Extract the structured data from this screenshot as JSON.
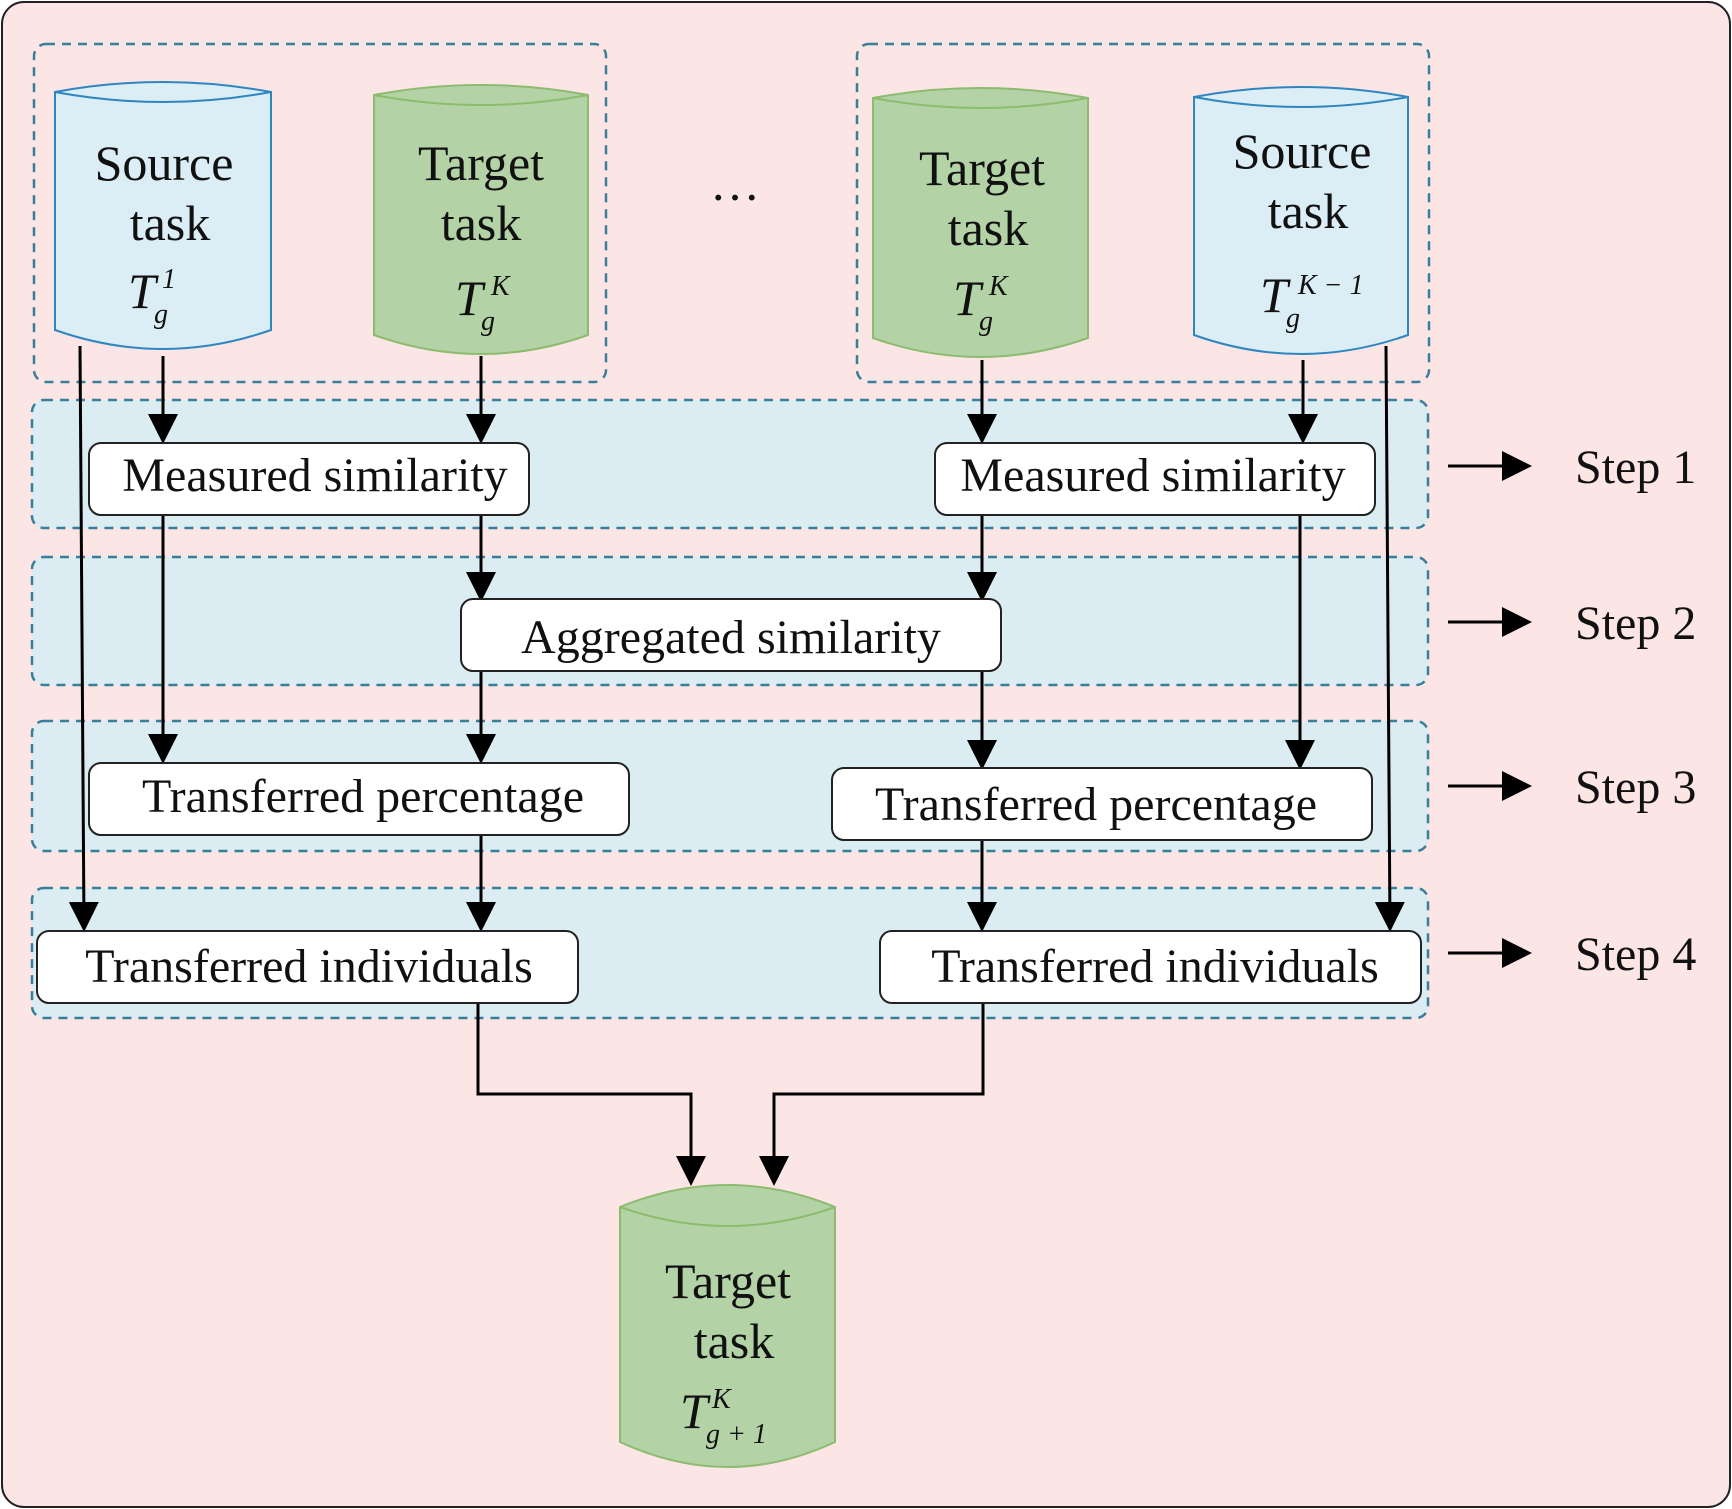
{
  "cylinders": [
    {
      "id": "c1",
      "lines": [
        "Source",
        "task"
      ],
      "sym": "T",
      "sub": "g",
      "sup": "1",
      "kind": "source"
    },
    {
      "id": "c2",
      "lines": [
        "Target",
        "task"
      ],
      "sym": "T",
      "sub": "g",
      "sup": "K",
      "kind": "target"
    },
    {
      "id": "c3",
      "lines": [
        "Target",
        "task"
      ],
      "sym": "T",
      "sub": "g",
      "sup": "K",
      "kind": "target"
    },
    {
      "id": "c4",
      "lines": [
        "Source",
        "task"
      ],
      "sym": "T",
      "sub": "g",
      "sup": "K − 1",
      "kind": "source"
    },
    {
      "id": "c5",
      "lines": [
        "Target",
        "task"
      ],
      "sym": "T",
      "sub": "g + 1",
      "sup": "K",
      "kind": "target"
    }
  ],
  "ellipsis": "…",
  "boxes": {
    "ms_left": "Measured similarity",
    "ms_right": "Measured similarity",
    "aggregated": "Aggregated similarity",
    "tp_left": "Transferred percentage",
    "tp_right": "Transferred percentage",
    "ti_left": "Transferred individuals",
    "ti_right": "Transferred individuals"
  },
  "steps": [
    "Step 1",
    "Step 2",
    "Step 3",
    "Step 4"
  ],
  "colors": {
    "background": "#fbe5e5",
    "band": "#dbedf3",
    "dashed_border": "#3a7f9a",
    "source_fill": "#dbedf5",
    "source_stroke": "#2e86c1",
    "target_fill": "#b3d3a7",
    "target_stroke": "#8dbb6f",
    "box_fill": "#ffffff",
    "arrow": "#000000"
  }
}
